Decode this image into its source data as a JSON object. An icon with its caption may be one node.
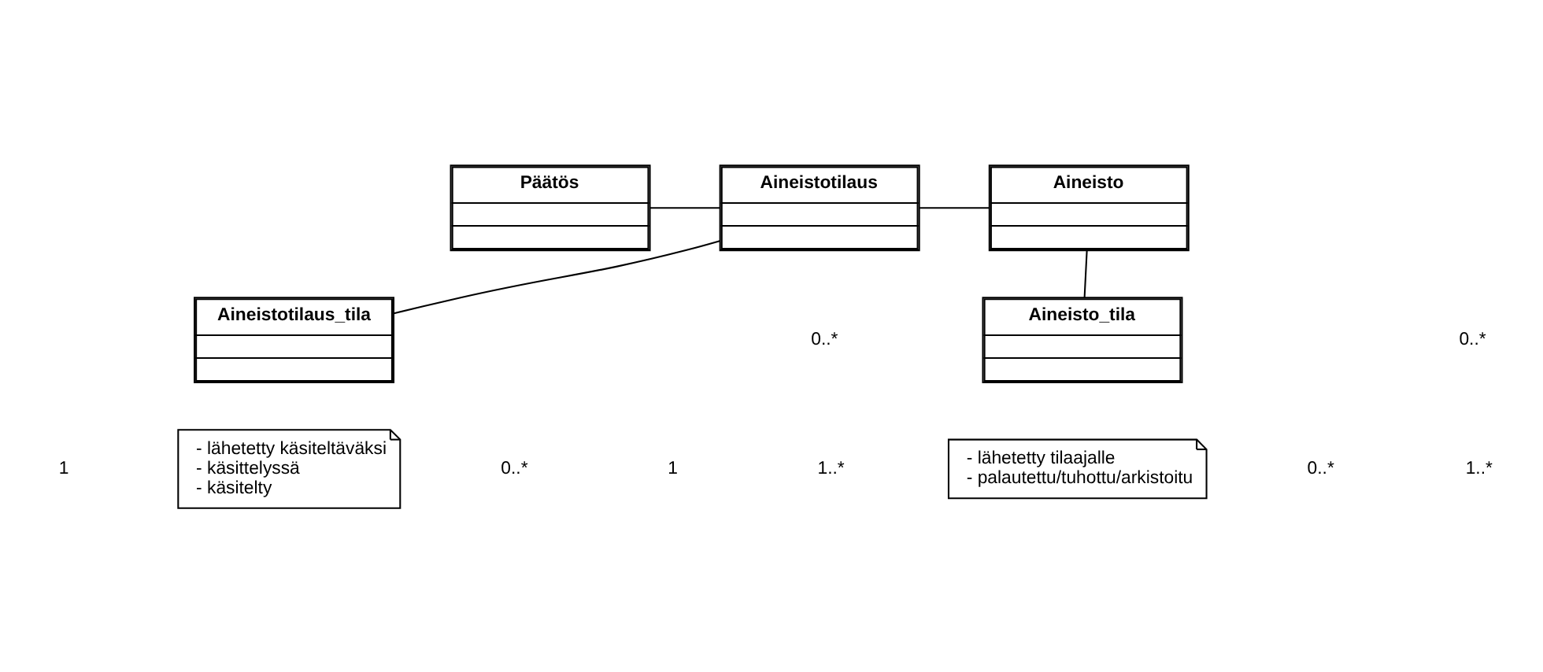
{
  "diagram": {
    "nodes": [
      {
        "text": [
          "Päätös"
        ]
      },
      {
        "text": [
          "Aineistotilaus"
        ]
      },
      {
        "text": [
          "Aineisto"
        ]
      },
      {
        "text": [
          "Aineistotilaus_tila"
        ]
      },
      {
        "text": [
          "Aineisto_tila"
        ]
      },
      {
        "text": [
          "- lähetetty käsiteltäväksi",
          "- käsittelyssä",
          "- käsitelty"
        ]
      },
      {
        "text": [
          "- lähetetty tilaajalle",
          "- palautettu/tuhottu/arkistoitu"
        ]
      }
    ],
    "edges": [
      {
        "from": 0,
        "to": 1,
        "arrow": "none"
      },
      {
        "from": 1,
        "to": 2,
        "arrow": "none"
      },
      {
        "from": 1,
        "to": 3,
        "arrow": "none"
      },
      {
        "from": 2,
        "to": 4,
        "arrow": "none"
      }
    ],
    "labels": [
      "1",
      "0..*",
      "1",
      "0..*",
      "0..*",
      "1..*",
      "0..*",
      "1..*"
    ]
  }
}
